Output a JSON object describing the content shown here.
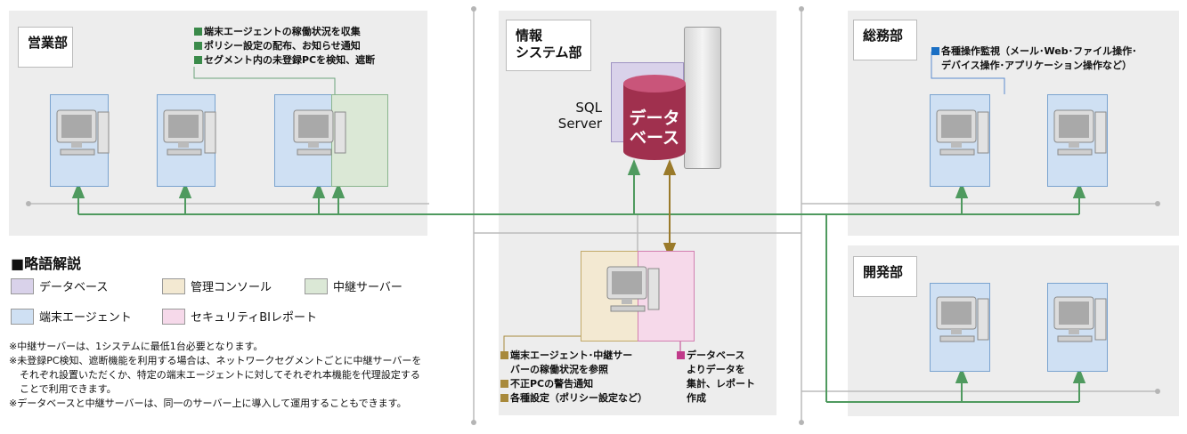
{
  "depts": {
    "eigyo": "営業部",
    "joho": "情報\nシステム部",
    "somu": "総務部",
    "kaihatsu": "開発部"
  },
  "relay_notes": [
    "端末エージェントの稼働状況を収集",
    "ポリシー設定の配布、お知らせ通知",
    "セグメント内の未登録PCを検知、遮断"
  ],
  "monitor_note": [
    "各種操作監視（メール･Web･ファイル操作･",
    "デバイス操作･アプリケーション操作など）"
  ],
  "db": {
    "sql_label": "SQL\nServer",
    "db_label": "データ\nベース"
  },
  "console_notes": [
    "端末エージェント･中継サー",
    "バーの稼働状況を参照",
    "不正PCの警告通知",
    "各種設定（ポリシー設定など）"
  ],
  "report_notes": [
    "データベース",
    "よりデータを",
    "集計、レポート",
    "作成"
  ],
  "legend": {
    "title": "■略語解説",
    "items": [
      {
        "label": "データベース",
        "color": "#d9d2ea"
      },
      {
        "label": "管理コンソール",
        "color": "#f3e9d2"
      },
      {
        "label": "中継サーバー",
        "color": "#dbe8d6"
      },
      {
        "label": "端末エージェント",
        "color": "#cfe0f3"
      },
      {
        "label": "セキュリティBIレポート",
        "color": "#f6d9ea"
      }
    ]
  },
  "footnotes": [
    "※中継サーバーは、1システムに最低1台必要となります。",
    "※未登録PC検知、遮断機能を利用する場合は、ネットワークセグメントごとに中継サーバーをそれぞれ設置いただくか、特定の端末エージェントに対してそれぞれ本機能を代理設定することで利用できます。",
    "※データベースと中継サーバーは、同一のサーバー上に導入して運用することもできます。"
  ],
  "colors": {
    "panel": "#ededed",
    "line": "#4f9a5f",
    "db_line": "#9a7a2a",
    "agent": "#cfe0f3",
    "relay": "#dbe8d6",
    "console": "#f3e9d2",
    "report": "#f6d9ea",
    "database": "#d9d2ea",
    "cylinder": "#a0304e"
  }
}
